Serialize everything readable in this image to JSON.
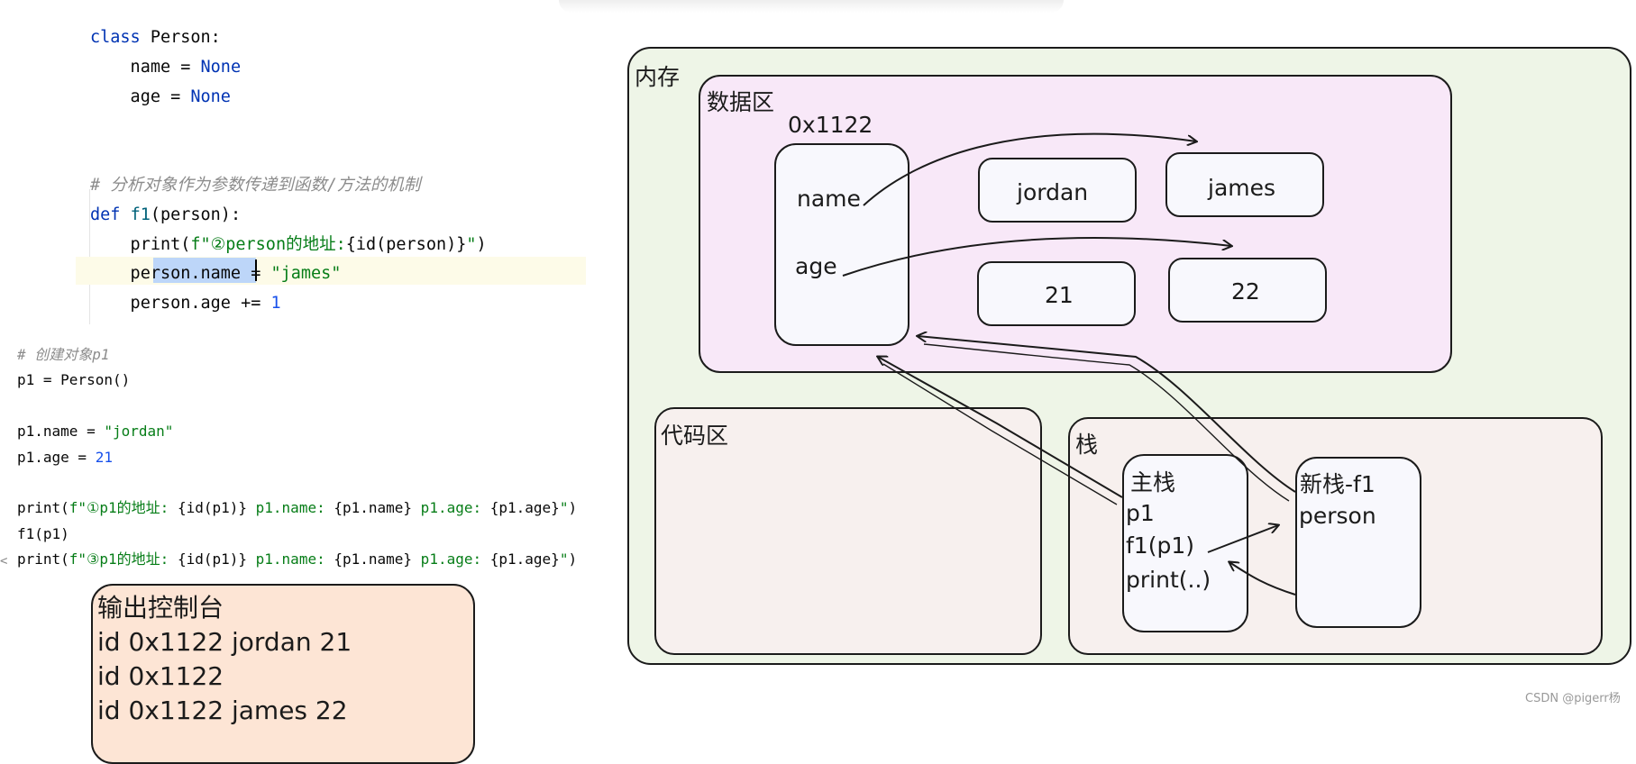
{
  "editor": {
    "top_code": [
      [
        {
          "t": "class ",
          "c": "kw"
        },
        {
          "t": "Person:",
          "c": ""
        }
      ],
      [
        {
          "t": "    name = ",
          "c": ""
        },
        {
          "t": "None",
          "c": "kw"
        }
      ],
      [
        {
          "t": "    age = ",
          "c": ""
        },
        {
          "t": "None",
          "c": "kw"
        }
      ],
      [],
      [],
      [
        {
          "t": "# 分析对象作为参数传递到函数/方法的机制",
          "c": "cm"
        }
      ],
      [
        {
          "t": "def ",
          "c": "kw"
        },
        {
          "t": "f1",
          "c": "fn"
        },
        {
          "t": "(person):",
          "c": ""
        }
      ],
      [
        {
          "t": "    print(",
          "c": ""
        },
        {
          "t": "f\"②person的地址:",
          "c": "str"
        },
        {
          "t": "{id(person)}",
          "c": ""
        },
        {
          "t": "\"",
          "c": "str"
        },
        {
          "t": ")",
          "c": ""
        }
      ],
      [
        {
          "t": "    person.name = ",
          "c": ""
        },
        {
          "t": "\"james\"",
          "c": "str"
        }
      ],
      [
        {
          "t": "    person.age += ",
          "c": ""
        },
        {
          "t": "1",
          "c": "num"
        }
      ]
    ],
    "bottom_code": [
      [
        {
          "t": "# 创建对象p1",
          "c": "cm"
        }
      ],
      [
        {
          "t": "p1 = Person()",
          "c": ""
        }
      ],
      [],
      [
        {
          "t": "p1.name = ",
          "c": ""
        },
        {
          "t": "\"jordan\"",
          "c": "str"
        }
      ],
      [
        {
          "t": "p1.age = ",
          "c": ""
        },
        {
          "t": "21",
          "c": "num"
        }
      ],
      [],
      [
        {
          "t": "print(",
          "c": ""
        },
        {
          "t": "f\"①p1的地址: ",
          "c": "str"
        },
        {
          "t": "{id(p1)}",
          "c": ""
        },
        {
          "t": " p1.name: ",
          "c": "str"
        },
        {
          "t": "{p1.name}",
          "c": ""
        },
        {
          "t": " p1.age: ",
          "c": "str"
        },
        {
          "t": "{p1.age}",
          "c": ""
        },
        {
          "t": "\"",
          "c": "str"
        },
        {
          "t": ")",
          "c": ""
        }
      ],
      [
        {
          "t": "f1(p1)",
          "c": ""
        }
      ],
      [
        {
          "t": "print(",
          "c": ""
        },
        {
          "t": "f\"③p1的地址: ",
          "c": "str"
        },
        {
          "t": "{id(p1)}",
          "c": ""
        },
        {
          "t": " p1.name: ",
          "c": "str"
        },
        {
          "t": "{p1.name}",
          "c": ""
        },
        {
          "t": " p1.age: ",
          "c": "str"
        },
        {
          "t": "{p1.age}",
          "c": ""
        },
        {
          "t": "\"",
          "c": "str"
        },
        {
          "t": ")",
          "c": ""
        }
      ]
    ],
    "left_marker": "<"
  },
  "console": {
    "title": "输出控制台",
    "lines": [
      "id 0x1122 jordan 21",
      "id 0x1122",
      "id 0x1122 james 22"
    ]
  },
  "diagram": {
    "memory_label": "内存",
    "data_area": {
      "label": "数据区",
      "object_address": "0x1122",
      "fields": [
        "name",
        "age"
      ],
      "values": {
        "jordan": "jordan",
        "james": "james",
        "age_old": "21",
        "age_new": "22"
      }
    },
    "code_area_label": "代码区",
    "stack_area": {
      "label": "栈",
      "main_stack": {
        "title": "主栈",
        "items": [
          "p1",
          "f1(p1)",
          "print(..)"
        ]
      },
      "new_stack": {
        "title": "新栈-f1",
        "items": [
          "person"
        ]
      }
    },
    "colors": {
      "memory_bg": "#eef5e7",
      "data_bg": "#f8e8f8",
      "code_bg": "#f7f0ee",
      "stack_bg": "#f7f0ee",
      "inner_bg": "#f8f8fd",
      "console_bg": "#fde5d5"
    }
  },
  "watermark": "CSDN @pigerr杨"
}
